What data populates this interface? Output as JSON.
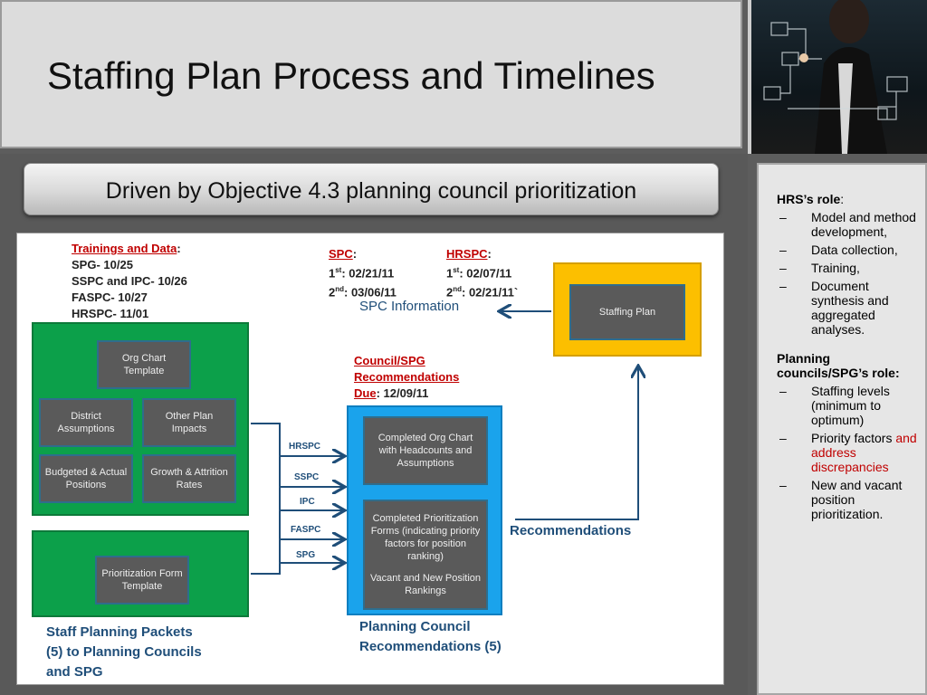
{
  "title": "Staffing Plan Process and Timelines",
  "banner": "Driven by Objective 4.3 planning council prioritization",
  "trainings": {
    "heading": "Trainings and Data",
    "lines": [
      "SPG- 10/25",
      "SSPC and IPC- 10/26",
      "FASPC- 10/27",
      "HRSPC- 11/01"
    ]
  },
  "spc": {
    "heading": "SPC",
    "first_sup": "st",
    "first": ": 02/21/11",
    "second_sup": "nd",
    "second": ": 03/06/11",
    "first_prefix": "1",
    "second_prefix": "2"
  },
  "hrspc": {
    "heading": "HRSPC",
    "first_sup": "st",
    "first": ": 02/07/11",
    "second_sup": "nd",
    "second": ": 02/21/11`",
    "first_prefix": "1",
    "second_prefix": "2"
  },
  "council": {
    "heading_line1": "Council/SPG",
    "heading_line2": "Recommendations",
    "due_label": "Due",
    "due_value": ": 12/09/11"
  },
  "spc_information": "SPC Information",
  "staffing_plan": "Staffing Plan",
  "recommendations": "Recommendations",
  "green_boxes": [
    "Org Chart Template",
    "District Assumptions",
    "Other Plan Impacts",
    "Budgeted & Actual Positions",
    "Growth & Attrition Rates"
  ],
  "prioritization_template": "Prioritization Form Template",
  "blue_boxes": {
    "org_chart": "Completed Org Chart with Headcounts and Assumptions",
    "forms": "Completed Prioritization Forms (indicating priority factors for position ranking)",
    "vacant": "Vacant and New Position Rankings"
  },
  "arrow_labels": [
    "HRSPC",
    "SSPC",
    "IPC",
    "FASPC",
    "SPG"
  ],
  "packets_caption": [
    "Staff Planning Packets",
    "(5) to Planning Councils",
    "and SPG"
  ],
  "council_caption": [
    "Planning Council",
    "Recommendations (5)"
  ],
  "sidebar": {
    "hrs_role_label": "HRS’s role",
    "hrs_role_colon": ":",
    "hrs_items": [
      "Model and method development,",
      "Data collection,",
      "Training,",
      "Document synthesis and aggregated analyses."
    ],
    "planning_label": "Planning councils/SPG’s role:",
    "planning_items": [
      {
        "text": "Staffing levels (minimum to optimum)",
        "red": ""
      },
      {
        "text": "Priority factors ",
        "red": "and address discrepancies"
      },
      {
        "text": "New and vacant position prioritization.",
        "red": ""
      }
    ],
    "dash": "–"
  },
  "colors": {
    "green": "#0ca04a",
    "blue": "#1aa3ec",
    "yellow": "#fcbf00",
    "red": "#c00000",
    "navy": "#1f4e79"
  }
}
